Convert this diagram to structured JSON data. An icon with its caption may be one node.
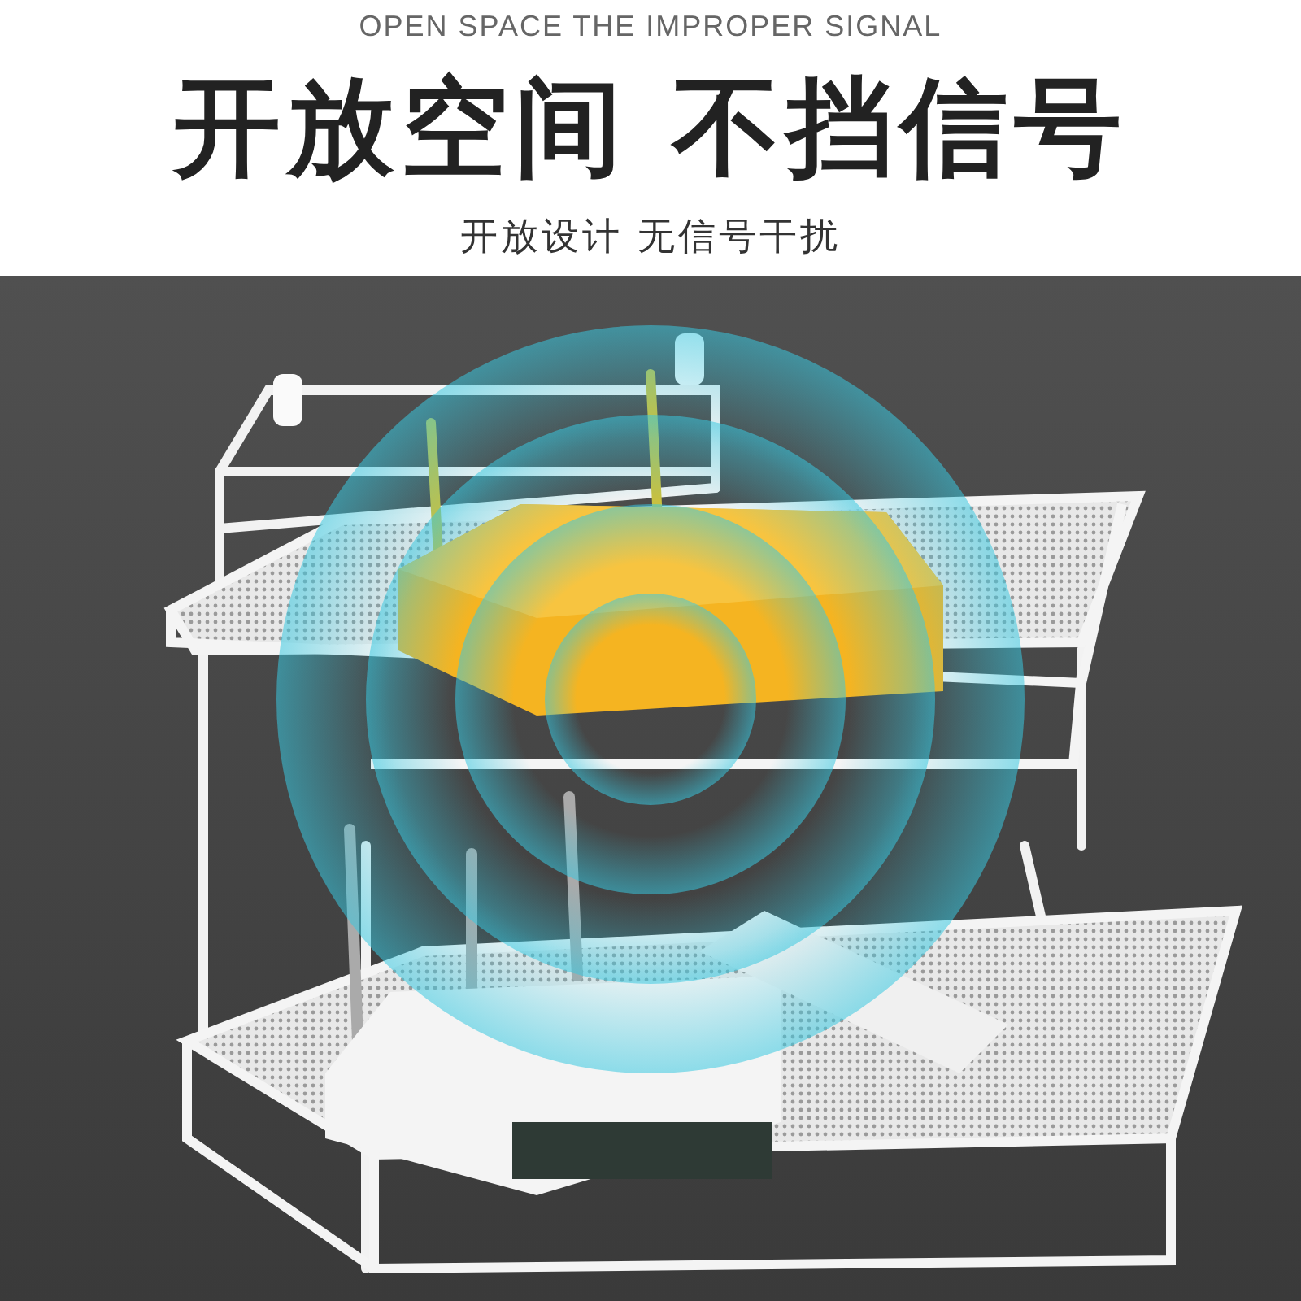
{
  "diagram": {
    "title": "开放空间 不挡信号",
    "labels": [
      "OPEN SPACE THE IMPROPER SIGNAL",
      "开放设计 无信号干扰"
    ]
  }
}
